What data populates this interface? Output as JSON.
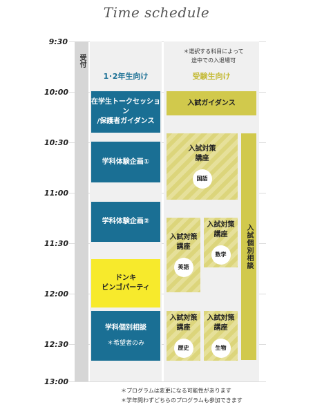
{
  "title": "Time schedule",
  "times": [
    "9:30",
    "10:00",
    "10:30",
    "11:00",
    "11:30",
    "12:00",
    "12:30",
    "13:00"
  ],
  "reception": "受付",
  "columns": {
    "left": "1･2年生向け",
    "right": "受験生向け"
  },
  "note_top": [
    "＊選択する科目によって",
    "途中での入退場可"
  ],
  "left_blocks": {
    "talk": [
      "在学生トークセッション",
      "/保護者ガイダンス"
    ],
    "exp1": "学科体験企画①",
    "exp2": "学科体験企画②",
    "bingo": [
      "ドンキ",
      "ビンゴパーティ"
    ],
    "consult": "学科個別相談",
    "consult_note": "＊希望者のみ"
  },
  "right_blocks": {
    "guidance": "入試ガイダンス",
    "course_label": [
      "入試対策",
      "講座"
    ],
    "subjects": {
      "japanese": "国語",
      "english": "英語",
      "math": "数学",
      "history": "歴史",
      "biology": "生物"
    },
    "individual": "入試個別相談"
  },
  "footnotes": [
    "＊プログラムは変更になる可能性があります",
    "＊学年問わずどちらのプログラムも参加できます"
  ],
  "colors": {
    "blue": "#1a6f94",
    "yellow": "#f7ea2c",
    "olive": "#d1c94c",
    "left_header": "#1a6f94",
    "right_header": "#c3b933"
  }
}
